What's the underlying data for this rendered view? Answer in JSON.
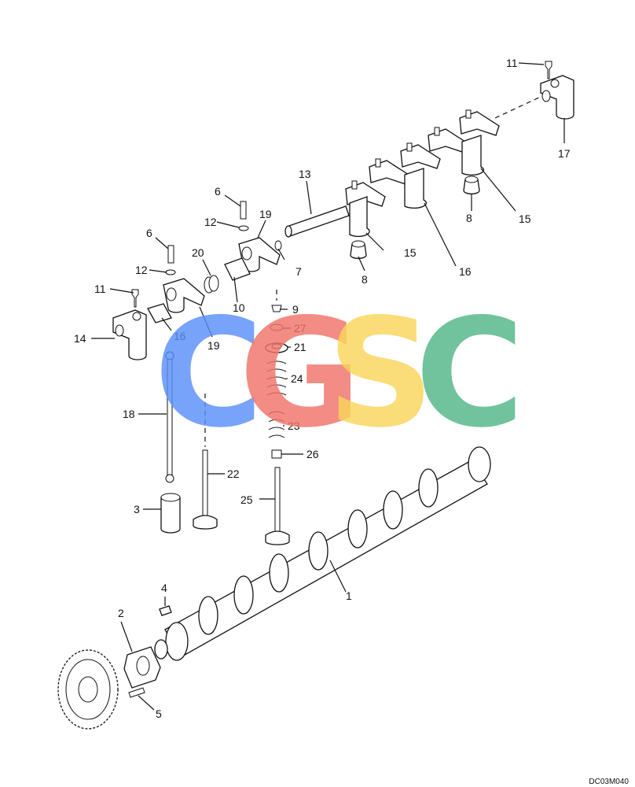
{
  "diagram_code": "DC03M040",
  "watermark": {
    "letters": [
      {
        "char": "C",
        "color": "#5b8ff9"
      },
      {
        "char": "G",
        "color": "#f0746a"
      },
      {
        "char": "S",
        "color": "#f9d65c"
      },
      {
        "char": "C",
        "color": "#52b788"
      }
    ]
  },
  "labels": [
    "1",
    "2",
    "3",
    "4",
    "5",
    "6",
    "6",
    "7",
    "8",
    "8",
    "9",
    "10",
    "11",
    "11",
    "12",
    "12",
    "13",
    "14",
    "15",
    "15",
    "16",
    "16",
    "17",
    "18",
    "19",
    "19",
    "20",
    "21",
    "22",
    "23",
    "24",
    "25",
    "26",
    "27"
  ]
}
